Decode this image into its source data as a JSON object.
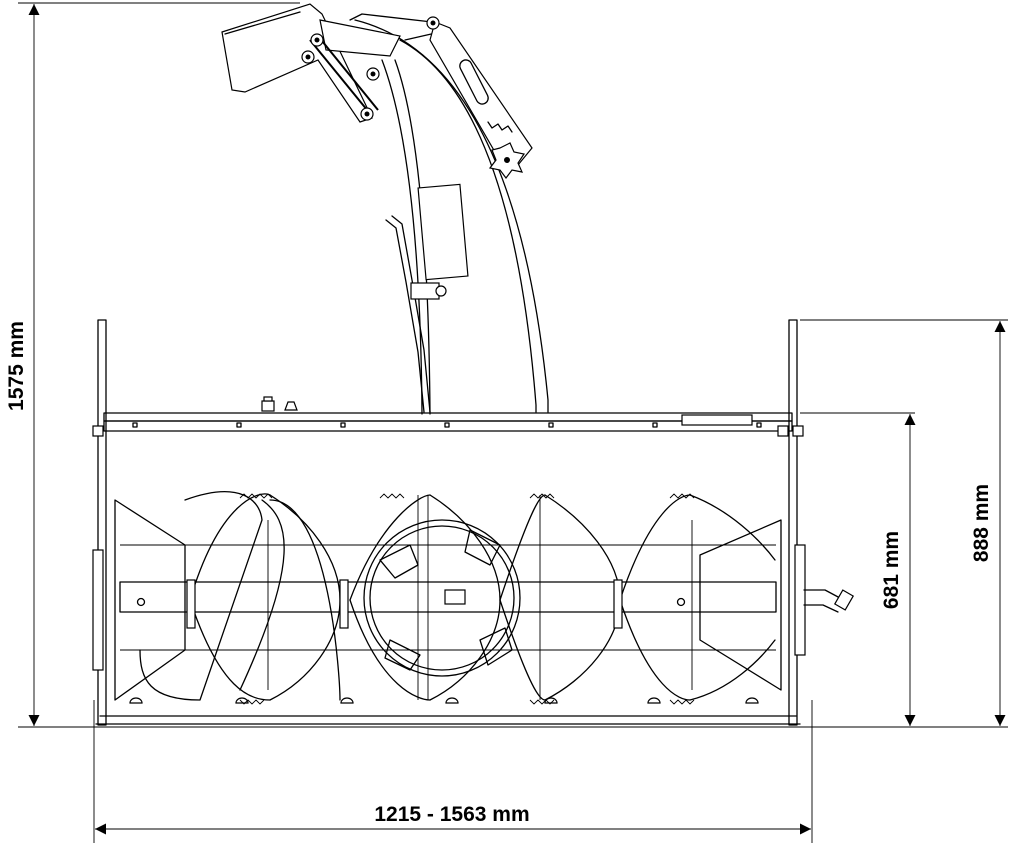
{
  "dimensions": {
    "overall_height": "1575 mm",
    "housing_height": "681 mm",
    "side_plate_height": "888 mm",
    "working_width": "1215 - 1563 mm"
  },
  "colors": {
    "line": "#000000",
    "background": "#ffffff"
  }
}
